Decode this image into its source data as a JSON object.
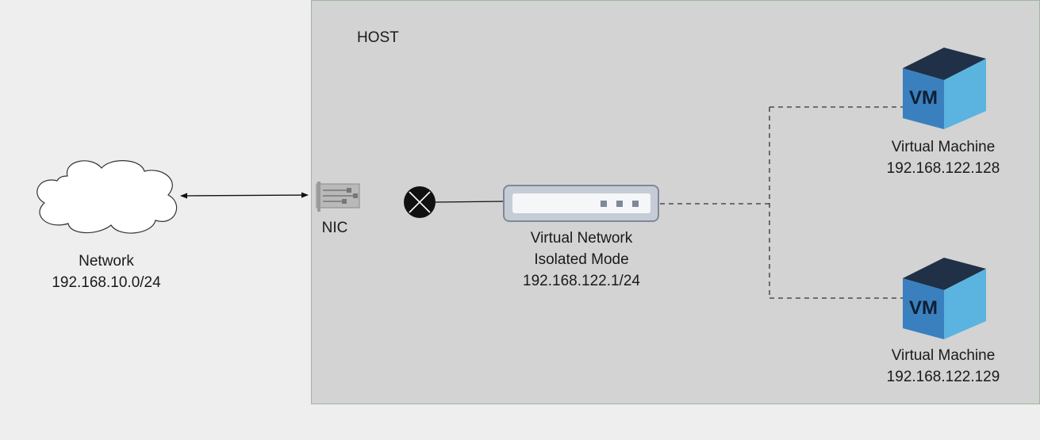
{
  "host": {
    "label": "HOST"
  },
  "network": {
    "name": "Network",
    "subnet": "192.168.10.0/24"
  },
  "nic": {
    "label": "NIC"
  },
  "virtual_network": {
    "name": "Virtual Network",
    "mode": "Isolated Mode",
    "address": "192.168.122.1/24"
  },
  "vms": [
    {
      "badge": "VM",
      "name": "Virtual Machine",
      "address": "192.168.122.128"
    },
    {
      "badge": "VM",
      "name": "Virtual Machine",
      "address": "192.168.122.129"
    }
  ],
  "colors": {
    "page_bg": "#eeeeee",
    "host_bg": "#d3d3d3",
    "host_border": "#9fb59f",
    "vm_front": "#3a80bf",
    "vm_side": "#5ab4df",
    "vm_top": "#1f3047",
    "switch_body": "#c5ccd6",
    "switch_frame": "#7e8898",
    "disconnected_node": "#111111"
  }
}
